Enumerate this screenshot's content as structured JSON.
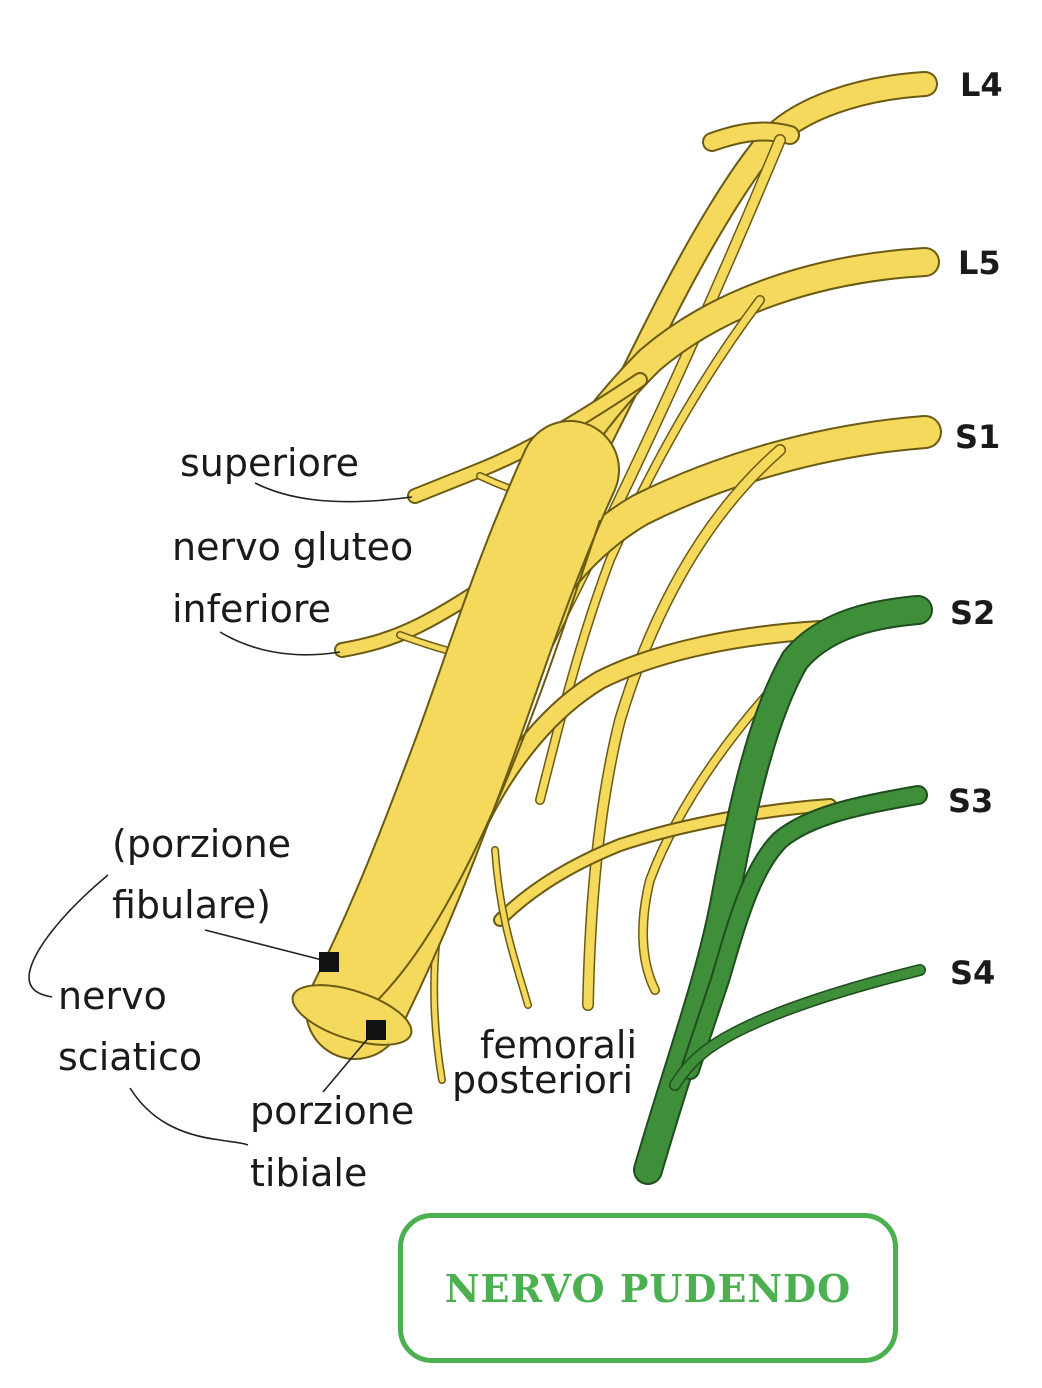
{
  "roots": [
    "L4",
    "L5",
    "S1",
    "S2",
    "S3",
    "S4"
  ],
  "labels": {
    "superiore": "superiore",
    "nervo_gluteo": "nervo gluteo",
    "inferiore": "inferiore",
    "porzione_open": "(porzione",
    "fibulare": "fibulare)",
    "nervo": "nervo",
    "sciatico": "sciatico",
    "porzione": "porzione",
    "tibiale": "tibiale",
    "femorali": "femorali",
    "posteriori": "posteriori"
  },
  "legend": {
    "title": "NERVO PUDENDO"
  },
  "colors": {
    "nerve": "#f4d95d",
    "pudendal": "#3f8f3a",
    "box_border": "#4caf50"
  }
}
